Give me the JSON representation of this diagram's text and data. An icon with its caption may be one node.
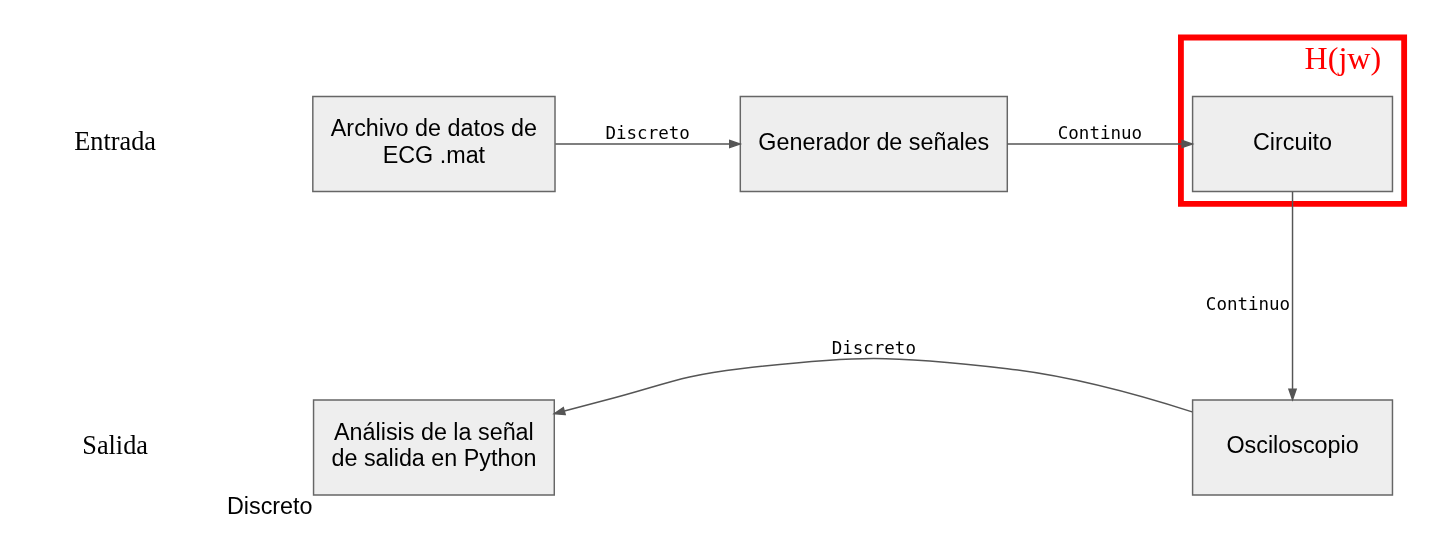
{
  "diagram": {
    "nodes": [
      {
        "text": [
          "H(jw)"
        ]
      },
      {
        "text": [
          "Archivo de datos de ECG .mat"
        ]
      },
      {
        "text": [
          "Generador de señales"
        ]
      },
      {
        "text": [
          "Circuito"
        ],
        "in": 0
      },
      {
        "text": [
          "Osciloscopio"
        ]
      },
      {
        "text": [
          "Análisis de la señal de salida en Python"
        ],
        "beside": [
          "Discreto"
        ]
      }
    ],
    "edges": [
      {
        "from": 1,
        "to": 2,
        "arrow": "to",
        "label": "Discreto"
      },
      {
        "from": 2,
        "to": 3,
        "arrow": "to",
        "label": "Continuo"
      },
      {
        "from": 3,
        "to": 4,
        "arrow": "to",
        "label": "Continuo"
      },
      {
        "from": 4,
        "to": 5,
        "arrow": "to",
        "label": "Discreto"
      }
    ],
    "labels": [
      "Entrada",
      "Salida"
    ]
  }
}
